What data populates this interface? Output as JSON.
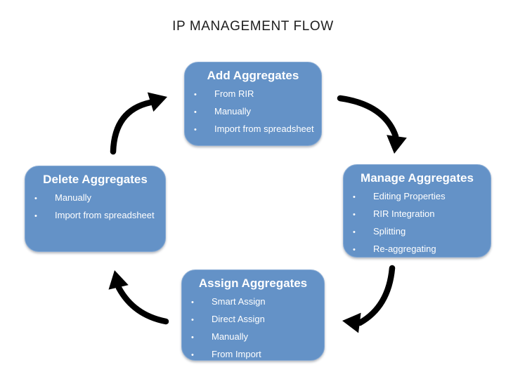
{
  "title": "IP MANAGEMENT FLOW",
  "colors": {
    "box_fill": "#6492c7",
    "box_edge": "#84a9d4",
    "arrow": "#000000",
    "heading_text": "#1d1d1d",
    "box_text": "#ffffff"
  },
  "glyphs": {
    "bullet": "•"
  },
  "nodes": {
    "add": {
      "title": "Add Aggregates",
      "items": [
        "From RIR",
        "Manually",
        "Import from spreadsheet"
      ]
    },
    "manage": {
      "title": "Manage Aggregates",
      "items": [
        "Editing Properties",
        "RIR Integration",
        "Splitting",
        "Re-aggregating"
      ]
    },
    "assign": {
      "title": "Assign Aggregates",
      "items": [
        "Smart Assign",
        "Direct Assign",
        "Manually",
        "From Import"
      ]
    },
    "delete": {
      "title": "Delete Aggregates",
      "items": [
        "Manually",
        "Import from spreadsheet"
      ]
    }
  },
  "arrows": [
    {
      "name": "arrow-add-to-manage",
      "from": "Add Aggregates",
      "to": "Manage Aggregates"
    },
    {
      "name": "arrow-manage-to-assign",
      "from": "Manage Aggregates",
      "to": "Assign Aggregates"
    },
    {
      "name": "arrow-assign-to-delete",
      "from": "Assign Aggregates",
      "to": "Delete Aggregates"
    },
    {
      "name": "arrow-delete-to-add",
      "from": "Delete Aggregates",
      "to": "Add Aggregates"
    }
  ]
}
